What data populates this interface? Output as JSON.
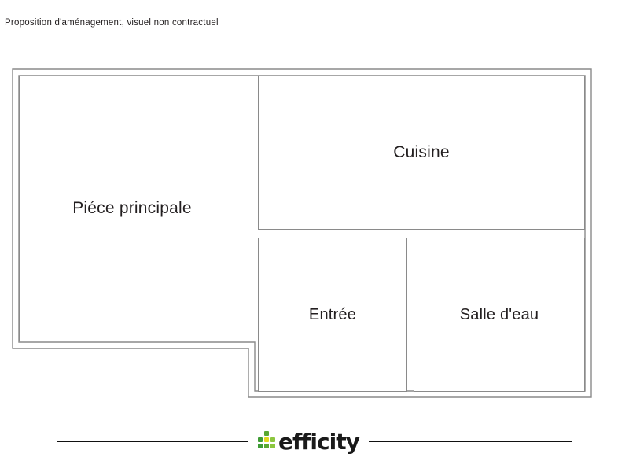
{
  "header": {
    "caption": "Proposition d'aménagement, visuel non contractuel"
  },
  "floorplan": {
    "name": "floor-plan",
    "wall_color": "#8a8a8a",
    "background_color": "#ffffff",
    "rooms": [
      {
        "id": "piece-principale",
        "label": "Piéce principale"
      },
      {
        "id": "cuisine",
        "label": "Cuisine"
      },
      {
        "id": "entree",
        "label": "Entrée"
      },
      {
        "id": "salle-deau",
        "label": "Salle d'eau"
      }
    ]
  },
  "footer": {
    "logo": {
      "wordmark": "efficity",
      "mark_name": "efficity-dot-grid-logo",
      "colors": {
        "green_dark": "#3f9c35",
        "green_mid": "#5aa832",
        "green_light": "#8cc63f",
        "yellow": "#e2d91e",
        "wordmark": "#1a1a1a"
      }
    },
    "rule_color": "#111111"
  }
}
